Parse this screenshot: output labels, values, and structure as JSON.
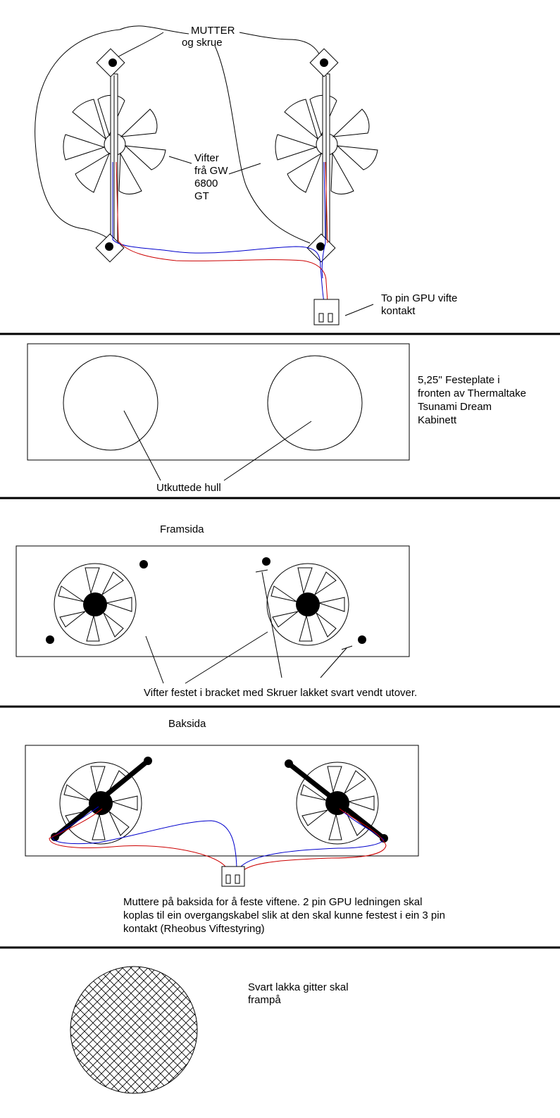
{
  "section1": {
    "label_nut_1": "MUTTER",
    "label_nut_2": "og skrue",
    "fan_label": [
      "Vifter",
      "frå GW",
      "6800",
      "GT"
    ],
    "connector_label": [
      "To pin GPU vifte",
      "kontakt"
    ]
  },
  "section2": {
    "plate_label": [
      "5,25'' Festeplate i",
      "fronten av Thermaltake",
      "Tsunami Dream",
      "Kabinett"
    ],
    "holes_label": "Utkuttede hull"
  },
  "section3": {
    "title": "Framsida",
    "caption": "Vifter festet i bracket med Skruer lakket svart vendt utover."
  },
  "section4": {
    "title": "Baksida",
    "caption": [
      "Muttere på baksida for å feste viftene. 2 pin GPU ledningen skal",
      "koplas til ein overgangskabel slik at den skal kunne festest i ein 3 pin",
      "kontakt (Rheobus Viftestyring)"
    ]
  },
  "section5": {
    "caption": [
      "Svart lakka gitter skal",
      "frampå"
    ]
  },
  "colors": {
    "wire_red": "#cc0000",
    "wire_blue": "#0000cc",
    "line": "#000000"
  }
}
